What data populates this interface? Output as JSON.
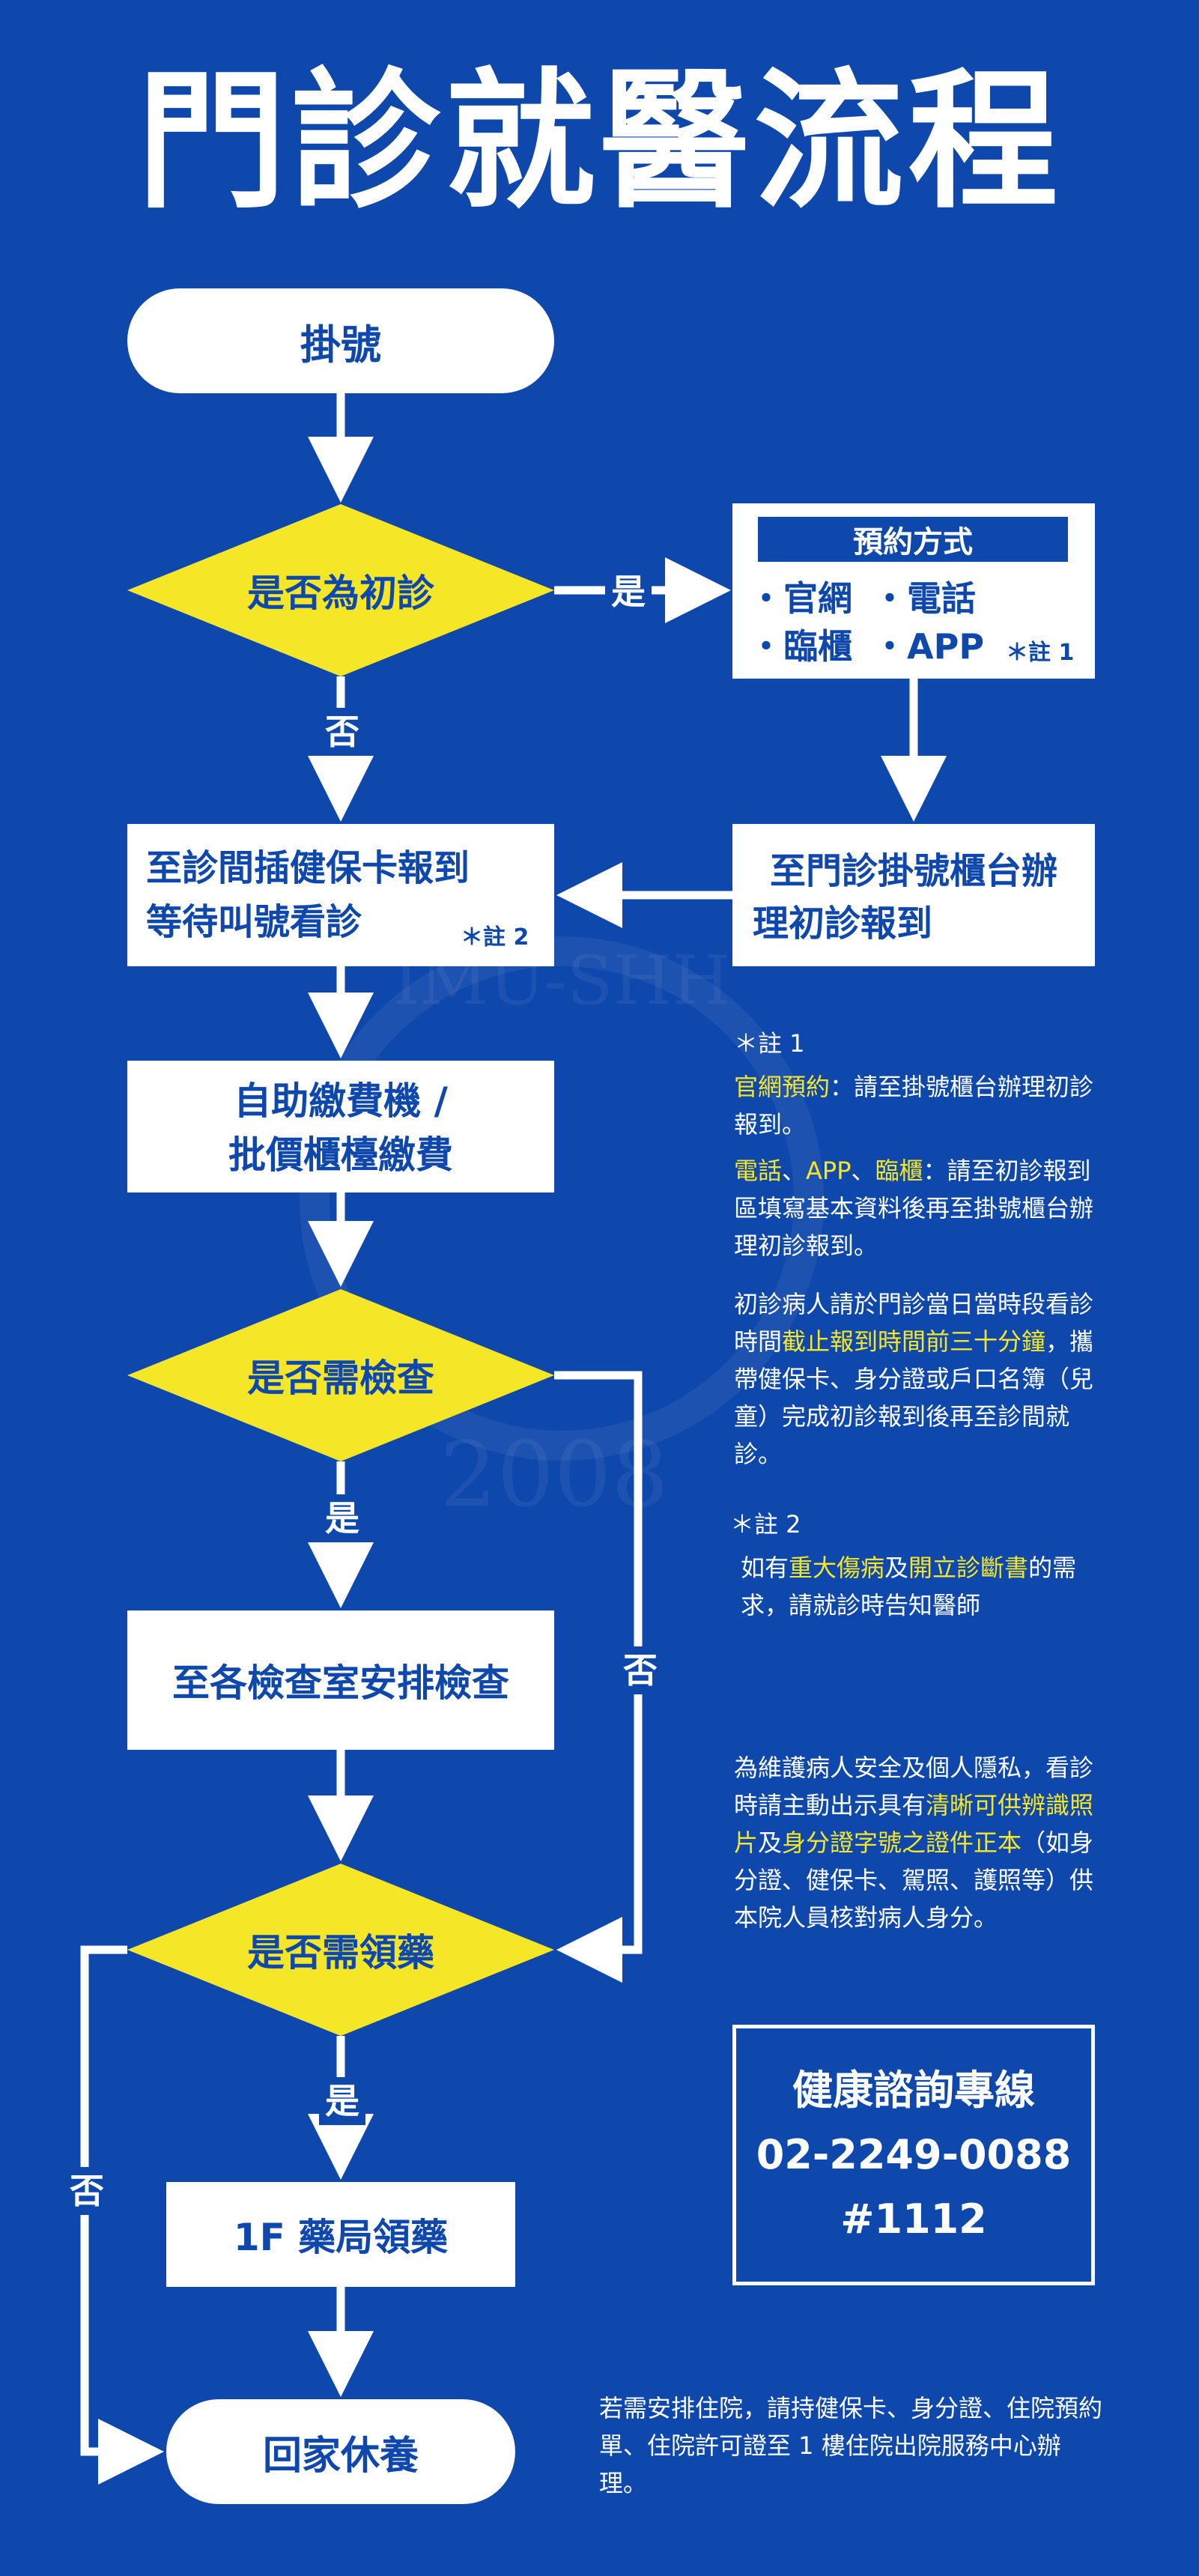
{
  "title": "門診就醫流程",
  "watermark": {
    "word": "IMU-SHH",
    "year": "2008"
  },
  "nodes": {
    "register": "掛號",
    "q_first_visit": "是否為初診",
    "booking_title": "預約方式",
    "booking_items": [
      "・官網",
      "・電話",
      "・臨櫃",
      "・APP"
    ],
    "booking_note": "＊註 1",
    "first_visit_counter_1": "至門診掛號櫃台辦",
    "first_visit_counter_2": "理初診報到",
    "clinic_checkin_1": "至診間插健保卡報到",
    "clinic_checkin_2": "等待叫號看診",
    "clinic_note": "＊註 2",
    "payment_1": "自助繳費機 /",
    "payment_2": "批價櫃檯繳費",
    "q_exam": "是否需檢查",
    "exam": "至各檢查室安排檢查",
    "q_medicine": "是否需領藥",
    "pharmacy": "1F 藥局領藥",
    "home": "回家休養"
  },
  "labels": {
    "yes": "是",
    "no": "否"
  },
  "notes": {
    "n1_title": "＊註 1",
    "n1_a_hl": "官網預約",
    "n1_a": "：請至掛號櫃台辦理初診報到。",
    "n1_b_hl1": "電話",
    "n1_sep1": "、",
    "n1_b_hl2": "APP",
    "n1_sep2": "、",
    "n1_b_hl3": "臨櫃",
    "n1_b": "：請至初診報到區填寫基本資料後再至掛號櫃台辦理初診報到。",
    "n1_c1": "初診病人請於門診當日當時段看診時間",
    "n1_c_hl": "截止報到時間前三十分鐘",
    "n1_c2": "，攜帶健保卡、身分證或戶口名簿（兒童）完成初診報到後再至診間就診。",
    "n2_title": "＊註 2",
    "n2_1": "如有",
    "n2_hl1": "重大傷病",
    "n2_2": "及",
    "n2_hl2": "開立診斷書",
    "n2_3": "的需求，請就診時告知醫師",
    "privacy_1": "為維護病人安全及個人隱私，看診時請主動出示具有",
    "privacy_hl1": "清晰可供辨識照片",
    "privacy_2": "及",
    "privacy_hl2": "身分證字號之證件正本",
    "privacy_3": "（如身分證、健保卡、駕照、護照等）供本院人員核對病人身分。",
    "hotline_title": "健康諮詢專線",
    "hotline_number": "02-2249-0088",
    "hotline_ext": "#1112",
    "admission": "若需安排住院，請持健保卡、身分證、住院預約單、住院許可證至 1 樓住院出院服務中心辦理。"
  },
  "colors": {
    "background": "#0f48ad",
    "decision": "#f5e727",
    "box": "#ffffff",
    "highlight": "#f5e727"
  }
}
